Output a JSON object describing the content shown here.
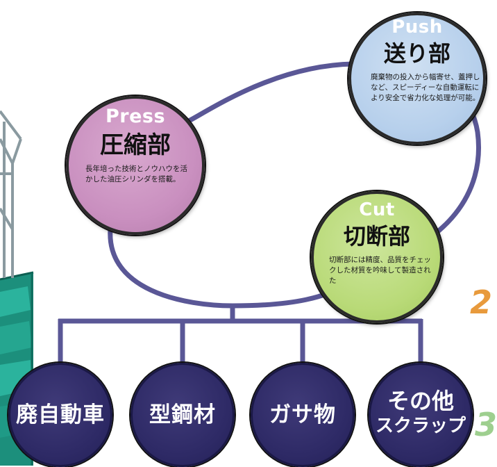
{
  "sections": {
    "press": {
      "en": "Press",
      "jp": "圧縮部",
      "desc": "長年培った技術とノウハウを活かした油圧シリンダを搭載。"
    },
    "push": {
      "en": "Push",
      "jp": "送り部",
      "desc": "廃棄物の投入から幅寄せ、蓋押しなど、スピーディーな自動運転により安全で省力化な処理が可能。"
    },
    "cut": {
      "en": "Cut",
      "jp": "切断部",
      "desc": "切断部には精度、品質をチェックした材質を吟味して製造された"
    }
  },
  "categories": [
    {
      "label": "廃自動車"
    },
    {
      "label": "型鋼材"
    },
    {
      "label": "ガサ物"
    },
    {
      "line1": "その他",
      "line2": "スクラップ"
    }
  ],
  "edge_numbers": [
    "2",
    "3"
  ],
  "colors": {
    "connector": "#5a5796",
    "press": "#c98fbf",
    "push": "#b7d0ec",
    "cut": "#b9da78",
    "category": "#2e2a66",
    "machine": "#1f9a86"
  }
}
